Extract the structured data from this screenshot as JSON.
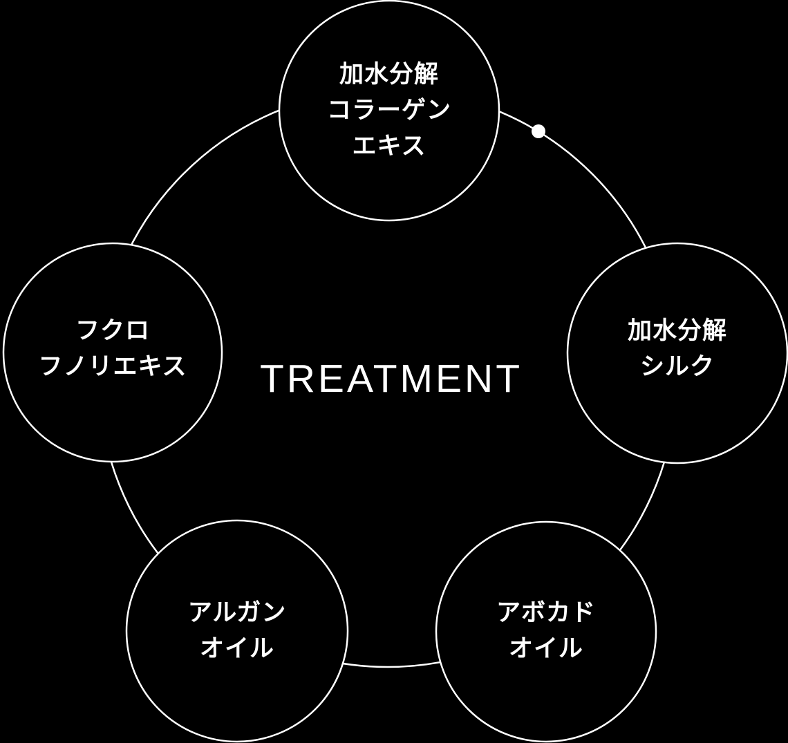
{
  "diagram": {
    "center_label": "TREATMENT",
    "nodes": [
      {
        "id": "hydrolyzed-collagen-extract",
        "lines": [
          "加水分解",
          "コラーゲン",
          "エキス"
        ]
      },
      {
        "id": "hydrolyzed-silk",
        "lines": [
          "加水分解",
          "シルク"
        ]
      },
      {
        "id": "avocado-oil",
        "lines": [
          "アボカド",
          "オイル"
        ]
      },
      {
        "id": "argan-oil",
        "lines": [
          "アルガン",
          "オイル"
        ]
      },
      {
        "id": "fukurofunori-extract",
        "lines": [
          "フクロ",
          "フノリエキス"
        ]
      }
    ],
    "colors": {
      "background": "#000000",
      "outline": "#ffffff",
      "text": "#ffffff"
    }
  }
}
